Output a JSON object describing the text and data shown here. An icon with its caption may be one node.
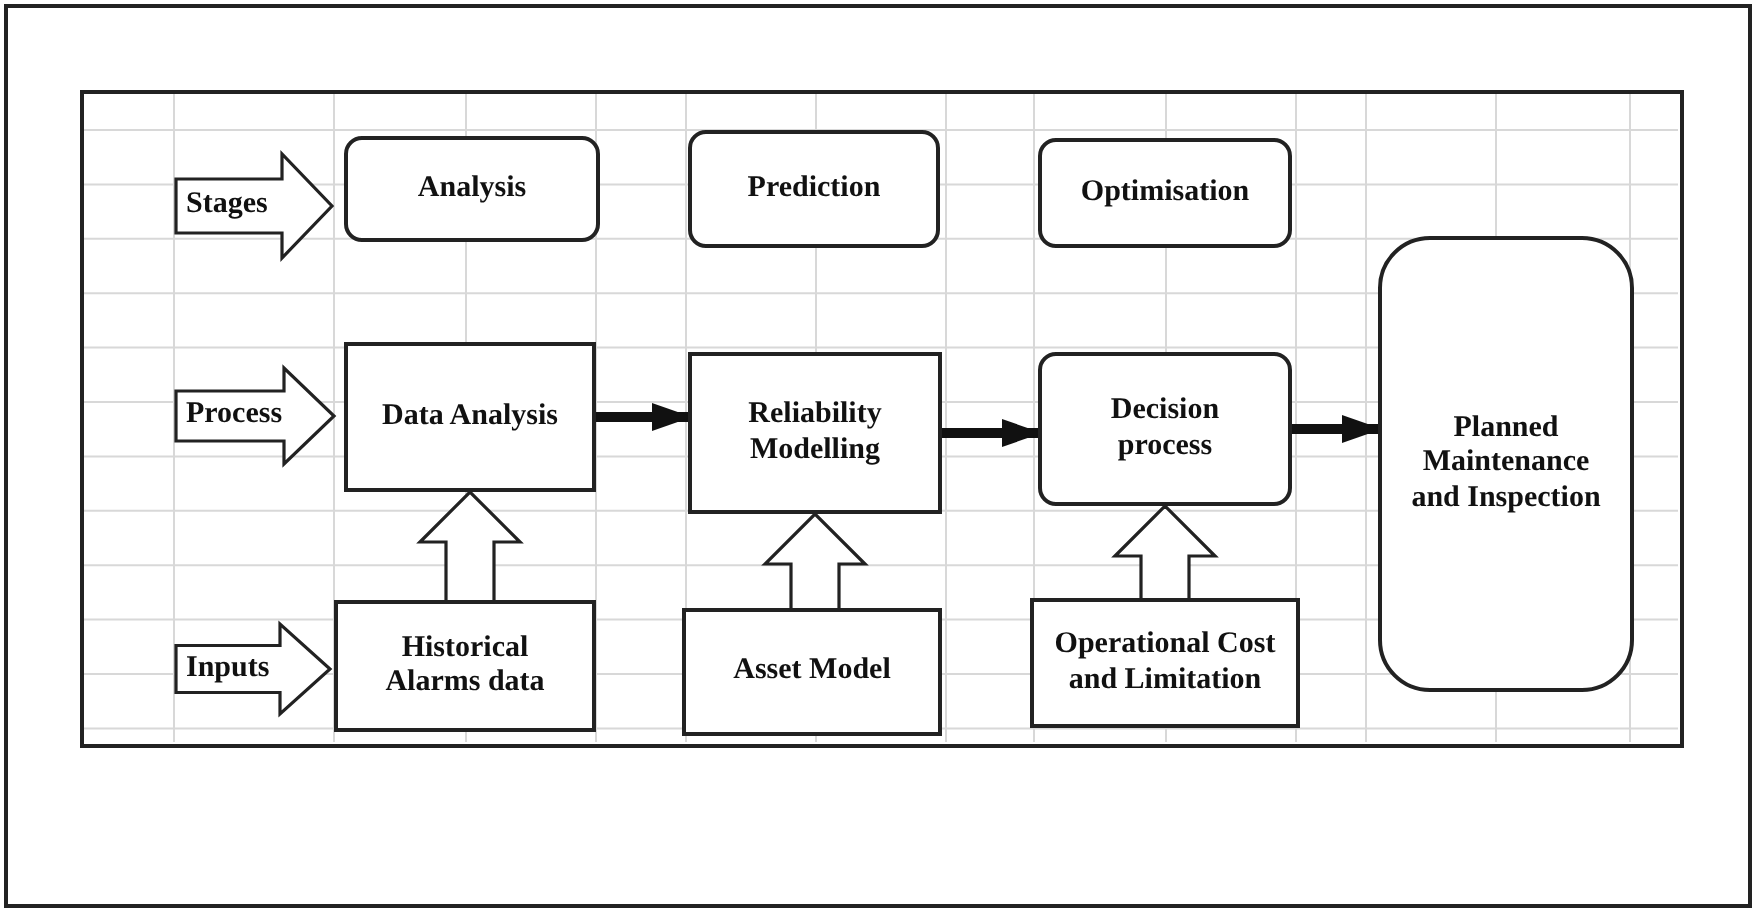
{
  "diagram": {
    "nodes": [
      {
        "text": [
          "Stages"
        ]
      },
      {
        "text": [
          "Analysis"
        ]
      },
      {
        "text": [
          "Prediction"
        ]
      },
      {
        "text": [
          "Optimisation"
        ]
      },
      {
        "text": [
          "Process"
        ]
      },
      {
        "text": [
          "Data Analysis"
        ]
      },
      {
        "text": [
          "Reliability Modelling"
        ]
      },
      {
        "text": [
          "Decision process"
        ]
      },
      {
        "text": [
          "Planned Maintenance and Inspection"
        ]
      },
      {
        "text": [
          "Inputs"
        ]
      },
      {
        "text": [
          "Historical Alarms data"
        ]
      },
      {
        "text": [
          "Asset Model"
        ]
      },
      {
        "text": [
          "Operational Cost and Limitation"
        ]
      }
    ],
    "edges": [
      {
        "from": 5,
        "to": 6,
        "arrow": "to"
      },
      {
        "from": 6,
        "to": 7,
        "arrow": "to"
      },
      {
        "from": 7,
        "to": 8,
        "arrow": "to"
      },
      {
        "from": 10,
        "to": 5,
        "arrow": "to",
        "style": "thick"
      },
      {
        "from": 11,
        "to": 6,
        "arrow": "to",
        "style": "thick"
      },
      {
        "from": 12,
        "to": 7,
        "arrow": "to",
        "style": "thick"
      }
    ]
  }
}
